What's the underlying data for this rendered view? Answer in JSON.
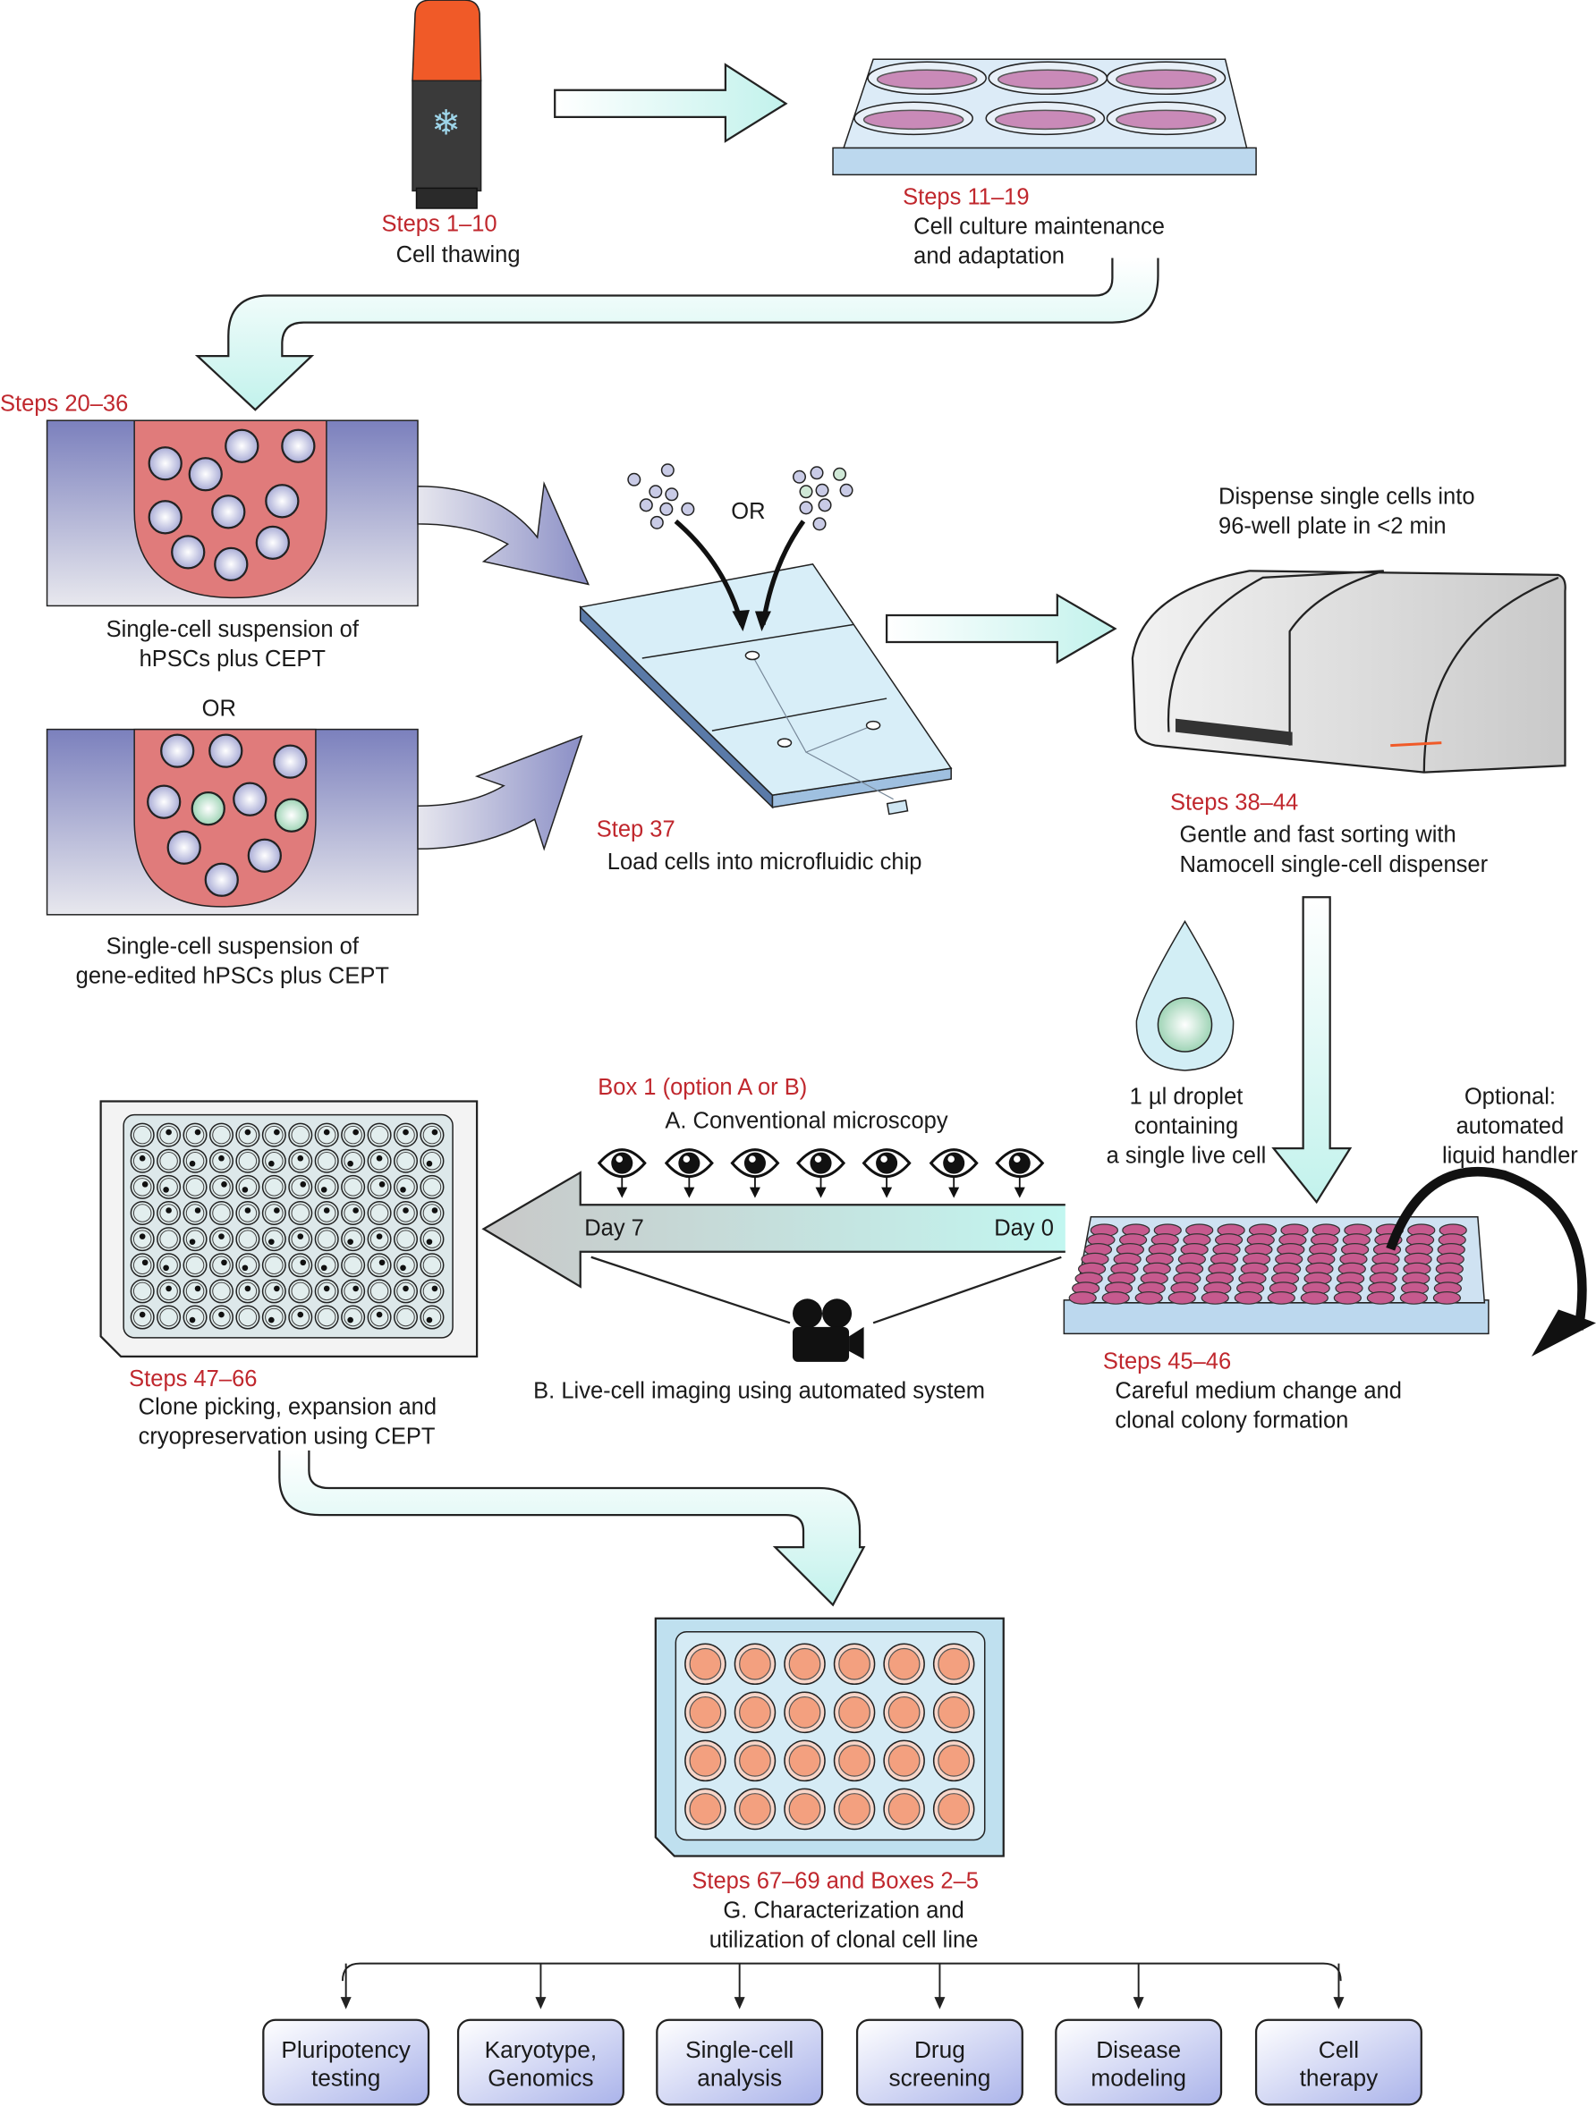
{
  "colors": {
    "step_label": "#c0272d",
    "arrow_fill": "#c8f3ee",
    "tube_fill": "#e07b7b",
    "plate_blue": "#bcd8ee",
    "well_pink": "#c65a8e",
    "well_orange": "#f3a07f",
    "output_box": "#b8c0ec"
  },
  "step1": {
    "steps": "Steps 1–10",
    "label": "Cell thawing",
    "icon": "cryovial-icon"
  },
  "step2": {
    "steps": "Steps 11–19",
    "line1": "Cell culture maintenance",
    "line2": "and adaptation",
    "icon": "six-well-plate-icon"
  },
  "step3": {
    "steps": "Steps 20–36",
    "a_line1": "Single-cell suspension of",
    "a_line2": "hPSCs plus CEPT",
    "or": "OR",
    "b_line1": "Single-cell suspension of",
    "b_line2": "gene-edited hPSCs plus CEPT"
  },
  "step4": {
    "or": "OR",
    "steps": "Step 37",
    "label": "Load cells into microfluidic chip",
    "icon": "microfluidic-chip-icon"
  },
  "step5": {
    "note1": "Dispense single cells into",
    "note2": "96-well plate in <2 min",
    "steps": "Steps 38–44",
    "line1": "Gentle and fast sorting with",
    "line2": "Namocell single-cell dispenser",
    "icon": "cell-dispenser-icon"
  },
  "droplet": {
    "line1": "1 µl droplet",
    "line2": "containing",
    "line3": "a single live cell",
    "icon": "droplet-icon"
  },
  "optional": {
    "line1": "Optional:",
    "line2": "automated",
    "line3": "liquid handler"
  },
  "step6": {
    "steps": "Steps 45–46",
    "line1": "Careful medium change and",
    "line2": "clonal colony formation"
  },
  "box1": {
    "title": "Box 1 (option A or B)",
    "option_a": "A. Conventional microscopy",
    "day_start": "Day 7",
    "day_end": "Day 0",
    "option_b": "B. Live-cell imaging using automated system",
    "eye_icon": "eye-icon",
    "camera_icon": "video-camera-icon"
  },
  "step7": {
    "steps": "Steps 47–66",
    "line1": "Clone picking, expansion and",
    "line2": "cryopreservation using CEPT"
  },
  "step8": {
    "steps": "Steps 67–69 and Boxes 2–5",
    "line1": "G. Characterization and",
    "line2": "utilization of clonal cell line"
  },
  "outputs": [
    {
      "line1": "Pluripotency",
      "line2": "testing"
    },
    {
      "line1": "Karyotype,",
      "line2": "Genomics"
    },
    {
      "line1": "Single-cell",
      "line2": "analysis"
    },
    {
      "line1": "Drug",
      "line2": "screening"
    },
    {
      "line1": "Disease",
      "line2": "modeling"
    },
    {
      "line1": "Cell",
      "line2": "therapy"
    }
  ]
}
